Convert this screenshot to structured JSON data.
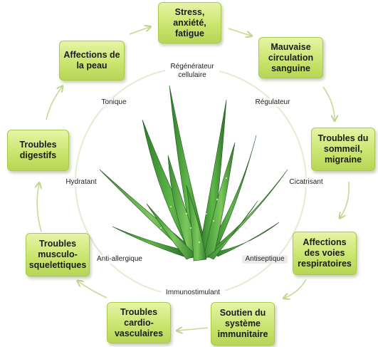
{
  "boxes": {
    "stress": "Stress,\nanxiété,\nfatigue",
    "circulation": "Mauvaise\ncirculation\nsanguine",
    "sommeil": "Troubles du\nsommeil,\nmigraine",
    "respiratoires": "Affections\ndes voies\nrespiratoires",
    "immunitaire": "Soutien du\nsystème\nimmunitaire",
    "cardio": "Troubles\ncardio-\nvasculaires",
    "musculo": "Troubles\nmusculo-\nsquelettiques",
    "digestifs": "Troubles\ndigestifs",
    "peau": "Affections de\nla peau"
  },
  "properties": {
    "regenerateur": "Régénérateur\ncellulaire",
    "regulateur": "Régulateur",
    "cicatrisant": "Cicatrisant",
    "antiseptique": "Antiseptique",
    "immunostimulant": "Immunostimulant",
    "antiallergique": "Anti-allergique",
    "hydratant": "Hydratant",
    "tonique": "Tonique"
  },
  "colors": {
    "box_fill": "#c8e36a",
    "box_border": "#a9c94c",
    "arrow": "#c9dc9a",
    "ring": "#e2ead0",
    "leaf_dark": "#2f7a2c",
    "leaf_light": "#6cbf4e"
  },
  "icons": {
    "plant": "aloe-vera-plant-icon"
  }
}
